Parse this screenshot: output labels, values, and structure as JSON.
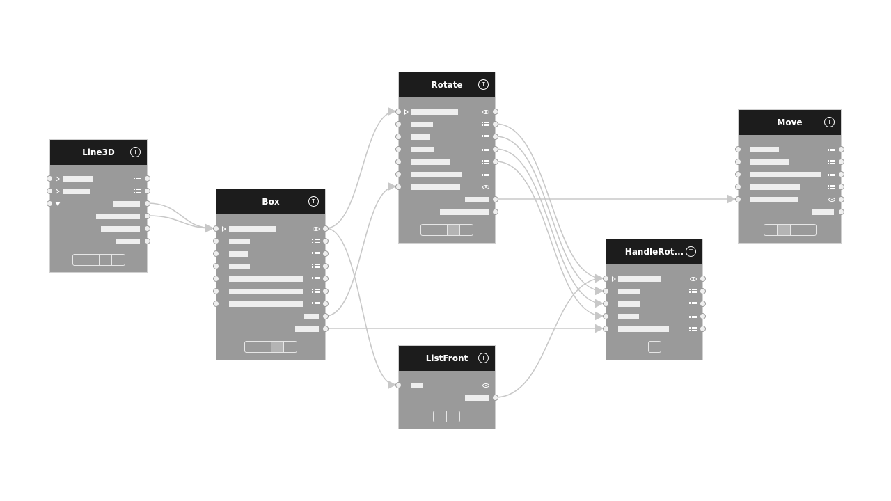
{
  "colors": {
    "header_bg": "#1c1c1c",
    "node_body": "#9a9a9a",
    "node_border": "#cfcfcf",
    "wire": "#c8c8c8",
    "field_bar": "#eeeeee",
    "background": "#ffffff"
  },
  "nodes": [
    {
      "id": "line3d",
      "title": "Line3D",
      "icon": "type-t-icon"
    },
    {
      "id": "box",
      "title": "Box",
      "icon": "type-t-icon"
    },
    {
      "id": "rotate",
      "title": "Rotate",
      "icon": "type-t-icon"
    },
    {
      "id": "listfront",
      "title": "ListFront",
      "icon": "type-t-icon"
    },
    {
      "id": "handlerot",
      "title": "HandleRot...",
      "icon": "type-t-icon"
    },
    {
      "id": "move",
      "title": "Move",
      "icon": "type-t-icon"
    }
  ],
  "connections": [
    {
      "from": "line3d.output.2",
      "to": "box.input.0"
    },
    {
      "from": "line3d.output.3",
      "to": "box.input.0"
    },
    {
      "from": "box.output.0",
      "to": "rotate.input.0"
    },
    {
      "from": "box.output.0",
      "to": "listfront.input.0"
    },
    {
      "from": "box.output.7",
      "to": "rotate.input.6"
    },
    {
      "from": "box.output.8",
      "to": "handlerot.input.4"
    },
    {
      "from": "rotate.output.1",
      "to": "handlerot.input.0"
    },
    {
      "from": "rotate.output.2",
      "to": "handlerot.input.1"
    },
    {
      "from": "rotate.output.3",
      "to": "handlerot.input.2"
    },
    {
      "from": "rotate.output.4",
      "to": "handlerot.input.3"
    },
    {
      "from": "rotate.output.7",
      "to": "move.input.4"
    },
    {
      "from": "listfront.output.1",
      "to": "handlerot.input.0"
    }
  ]
}
